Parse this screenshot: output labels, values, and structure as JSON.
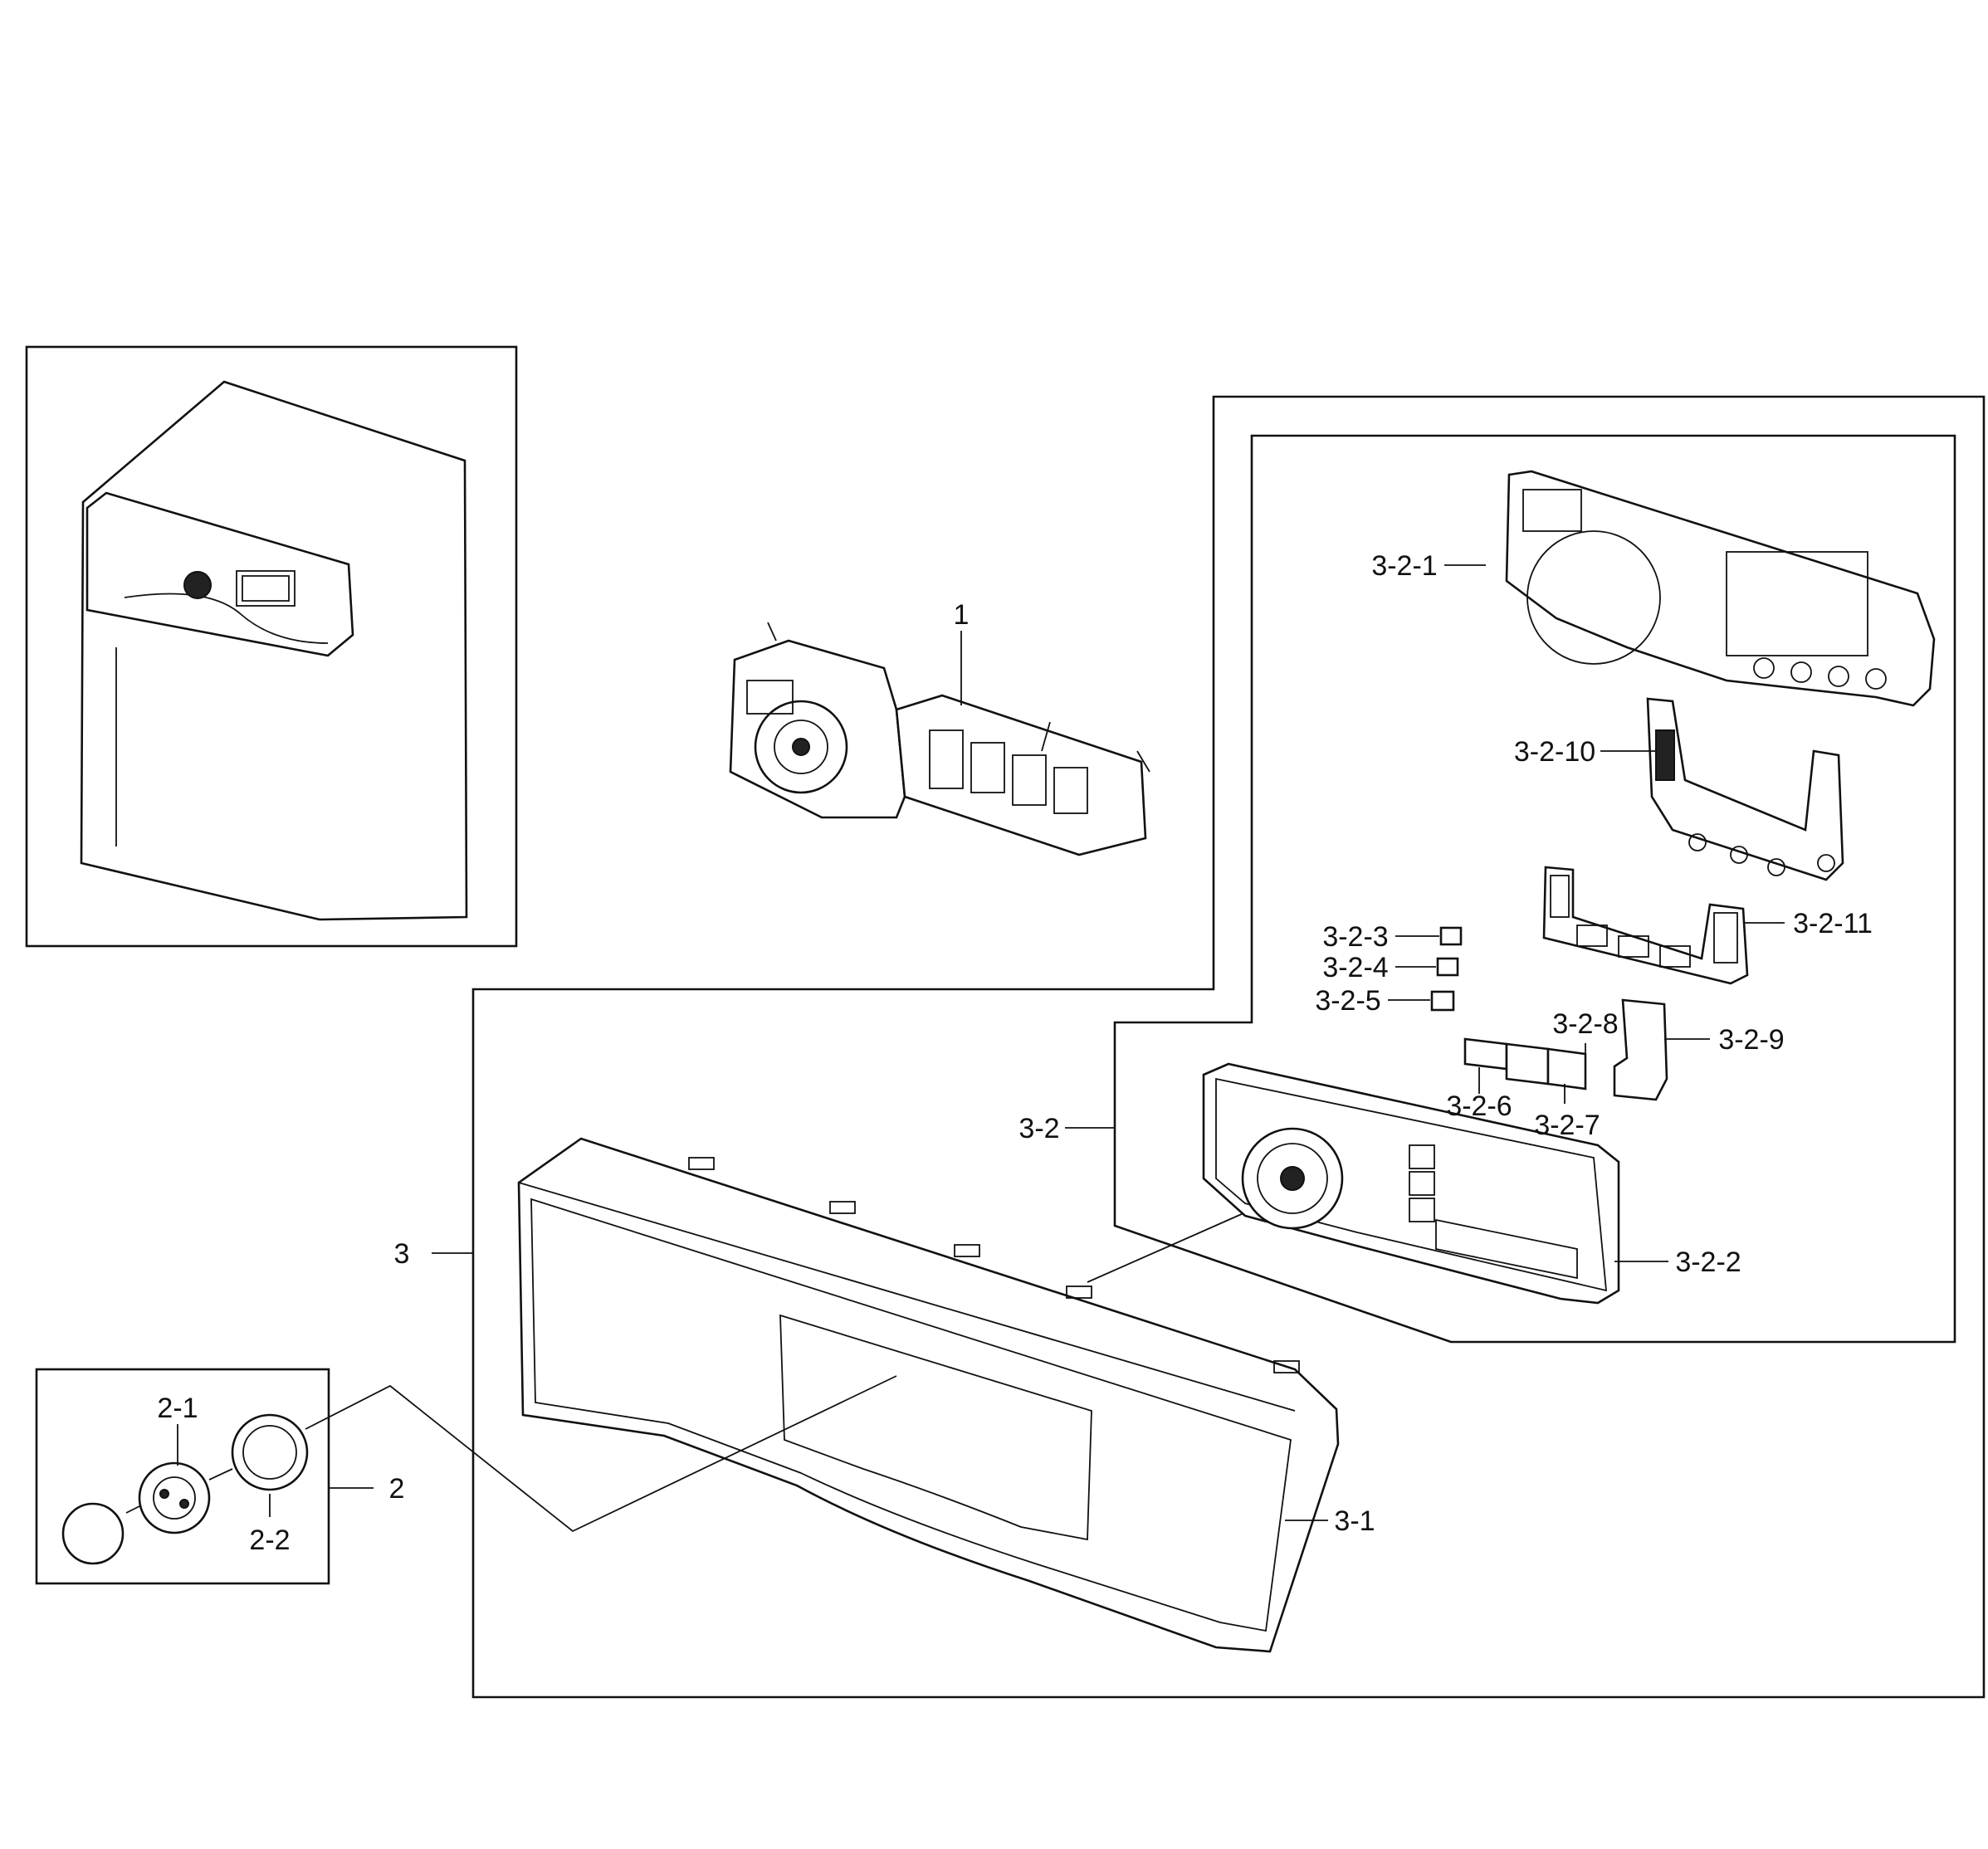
{
  "callouts": {
    "p1": "1",
    "p2": "2",
    "p2_1": "2-1",
    "p2_2": "2-2",
    "p3": "3",
    "p3_1": "3-1",
    "p3_2": "3-2",
    "p3_2_1": "3-2-1",
    "p3_2_2": "3-2-2",
    "p3_2_3": "3-2-3",
    "p3_2_4": "3-2-4",
    "p3_2_5": "3-2-5",
    "p3_2_6": "3-2-6",
    "p3_2_7": "3-2-7",
    "p3_2_8": "3-2-8",
    "p3_2_9": "3-2-9",
    "p3_2_10": "3-2-10",
    "p3_2_11": "3-2-11"
  }
}
